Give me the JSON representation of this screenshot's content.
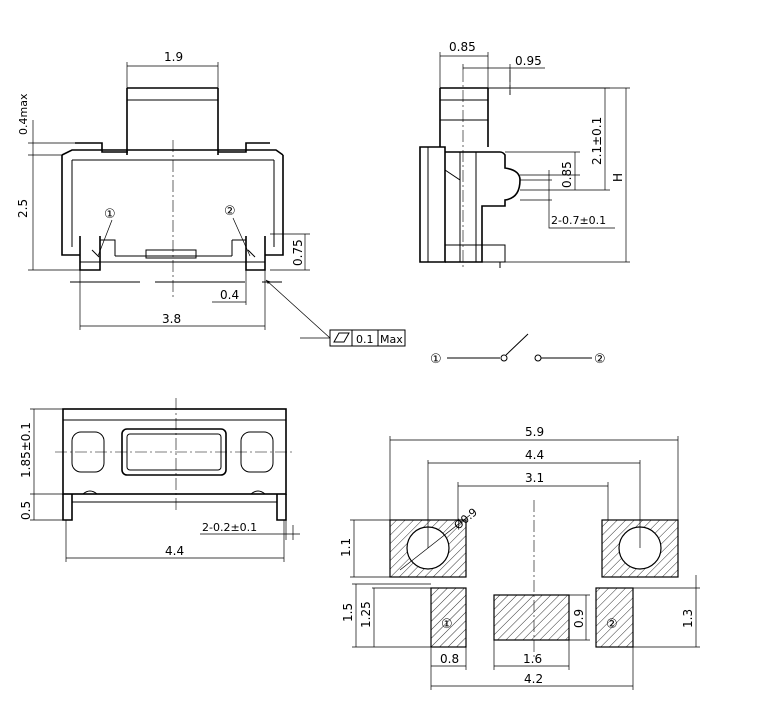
{
  "side_view": {
    "top_width": "1.9",
    "cap_height": "0.4max",
    "body_height": "2.5",
    "pin1": "①",
    "pin2": "②",
    "terminal_height": "0.75",
    "terminal_width": "0.4",
    "overall_width": "3.8",
    "flatness_value": "0.1",
    "flatness_max": "Max"
  },
  "end_view": {
    "dim_085_top": "0.85",
    "dim_095": "0.95",
    "dim_21": "2.1±0.1",
    "dim_085_side": "0.85",
    "dim_h": "H",
    "dim_peg": "2-0.7±0.1"
  },
  "schematic": {
    "pin1": "①",
    "pin2": "②"
  },
  "bottom_view": {
    "height": "1.85±0.1",
    "standoff": "0.5",
    "lead": "2-0.2±0.1",
    "width": "4.4"
  },
  "footprint": {
    "overall": "5.9",
    "hole_pitch": "4.4",
    "inner": "3.1",
    "hole_dia": "Ø0.9",
    "hole_pad_h": "1.1",
    "pad_h1": "1.5",
    "pad_h2": "1.25",
    "pad_w": "0.8",
    "center_w": "1.6",
    "center_h": "0.9",
    "span": "4.2",
    "right_h": "1.3",
    "pin1": "①",
    "pin2": "②"
  }
}
